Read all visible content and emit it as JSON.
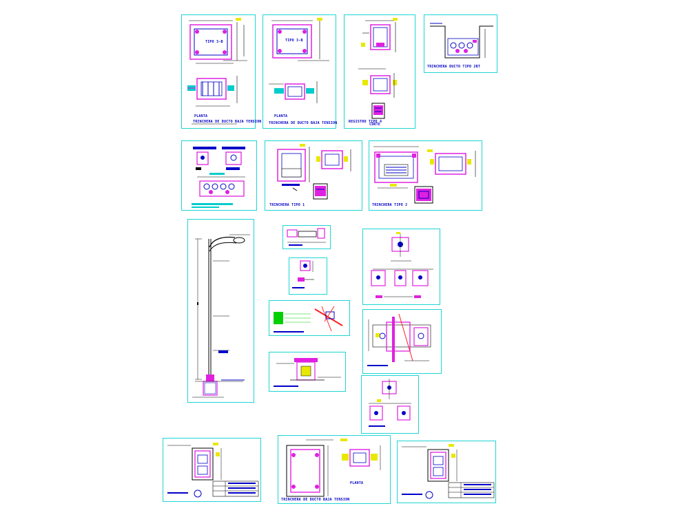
{
  "drawing": {
    "background": "#ffffff",
    "colors": {
      "frame": "#1fd4d4",
      "magenta": "#e020e0",
      "blue": "#0000c8",
      "cyan": "#00cccc",
      "yellow": "#e8e800",
      "red": "#ff2020",
      "green": "#00d000",
      "black": "#000000"
    },
    "captions": {
      "s1": "TRINCHERA DE DUCTO BAJA TENSION",
      "s2": "TRINCHERA DE DUCTO BAJA TENSION",
      "s3": "REGISTRO TIPO 4",
      "s4": "TRINCHERA DUCTO TIPO 2BT",
      "s9": "TRINCHERA TIPO 1",
      "s10": "TRINCHERA TIPO 2",
      "s20": "TRINCHERA DE DUCTO BAJA TENSION"
    },
    "plan_labels": {
      "s1": "PLANTA",
      "s2": "PLANTA",
      "s3": "CORTE",
      "s20": "PLANTA"
    },
    "box_tags": {
      "s1": "TIPO 3-B",
      "s2": "TIPO 3-B"
    }
  }
}
